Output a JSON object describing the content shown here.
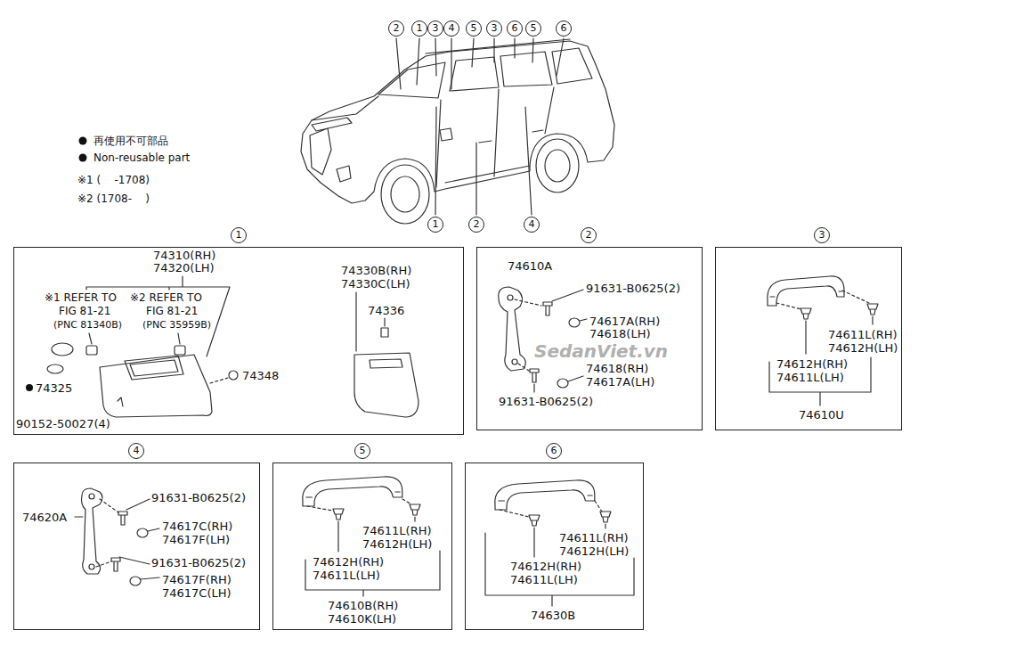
{
  "diagram": {
    "nodes": [
      {
        "text": [
          "1",
          "74310(RH)",
          "74320(LH)",
          "※1 REFER TO",
          "FIG 81-21",
          "(PNC 81340B)",
          "※2 REFER TO",
          "FIG 81-21",
          "(PNC 35959B)",
          "74330B(RH)",
          "74330C(LH)",
          "74336",
          "74348",
          "74325",
          "90152-50027(4)"
        ]
      },
      {
        "text": [
          "2",
          "74610A",
          "91631-B0625(2)",
          "74617A(RH)",
          "74618(LH)",
          "74618(RH)",
          "74617A(LH)",
          "91631-B0625(2)"
        ]
      },
      {
        "text": [
          "3",
          "74611L(RH)",
          "74612H(LH)",
          "74612H(RH)",
          "74611L(LH)",
          "74610U"
        ]
      },
      {
        "text": [
          "4",
          "74620A",
          "91631-B0625(2)",
          "74617C(RH)",
          "74617F(LH)",
          "91631-B0625(2)",
          "74617F(RH)",
          "74617C(LH)"
        ]
      },
      {
        "text": [
          "5",
          "74611L(RH)",
          "74612H(LH)",
          "74612H(RH)",
          "74611L(LH)",
          "74610B(RH)",
          "74610K(LH)"
        ]
      },
      {
        "text": [
          "6",
          "74611L(RH)",
          "74612H(LH)",
          "74612H(RH)",
          "74611L(LH)",
          "74630B"
        ]
      }
    ],
    "labels": [
      "2",
      "1",
      "3",
      "4",
      "5",
      "3",
      "6",
      "5",
      "6",
      "1",
      "2",
      "4",
      "※1 (    -1708)",
      "※2 (1708-    )",
      "SedanViet.vn"
    ],
    "legend": [
      {
        "text": "再使用不可部品"
      },
      {
        "text": "Non-reusable part"
      }
    ]
  }
}
